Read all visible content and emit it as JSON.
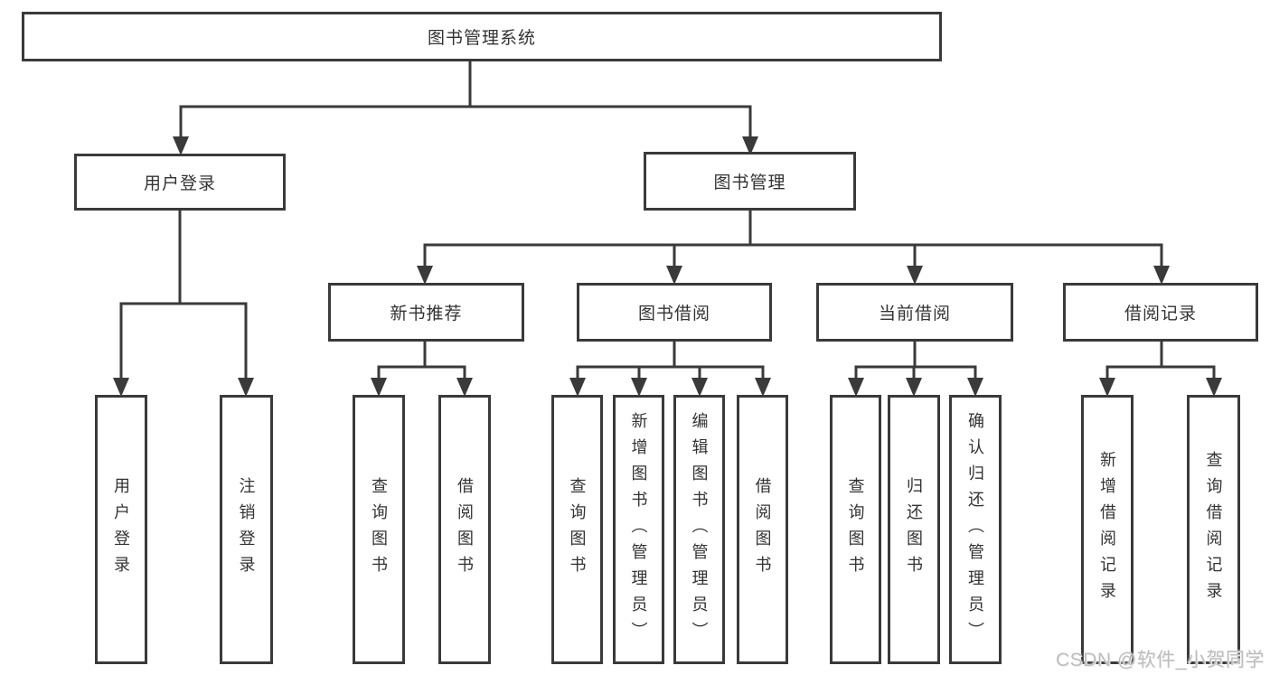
{
  "colors": {
    "line": "#3a3a3a",
    "box_border": "#3a3a3a",
    "text": "#333333",
    "background": "#ffffff",
    "watermark": "#bdbdbd"
  },
  "nodes": {
    "root": "图书管理系统",
    "user_login": "用户登录",
    "book_mgmt": "图书管理",
    "new_book_rec": "新书推荐",
    "book_borrow": "图书借阅",
    "current_borrow": "当前借阅",
    "borrow_records": "借阅记录",
    "leaf_user_login": "用户登录",
    "leaf_logout": "注销登录",
    "leaf_query_book_a": "查询图书",
    "leaf_borrow_book_a": "借阅图书",
    "leaf_query_book_b": "查询图书",
    "leaf_add_book": "新增图书（管理员）",
    "leaf_edit_book": "编辑图书（管理员）",
    "leaf_borrow_book_b": "借阅图书",
    "leaf_query_book_c": "查询图书",
    "leaf_return_book": "归还图书",
    "leaf_confirm_return": "确认归还（管理员）",
    "leaf_add_borrow_record": "新增借阅记录",
    "leaf_query_borrow_record": "查询借阅记录"
  },
  "watermark": {
    "text": "CSDN @软件_小贺同学"
  }
}
